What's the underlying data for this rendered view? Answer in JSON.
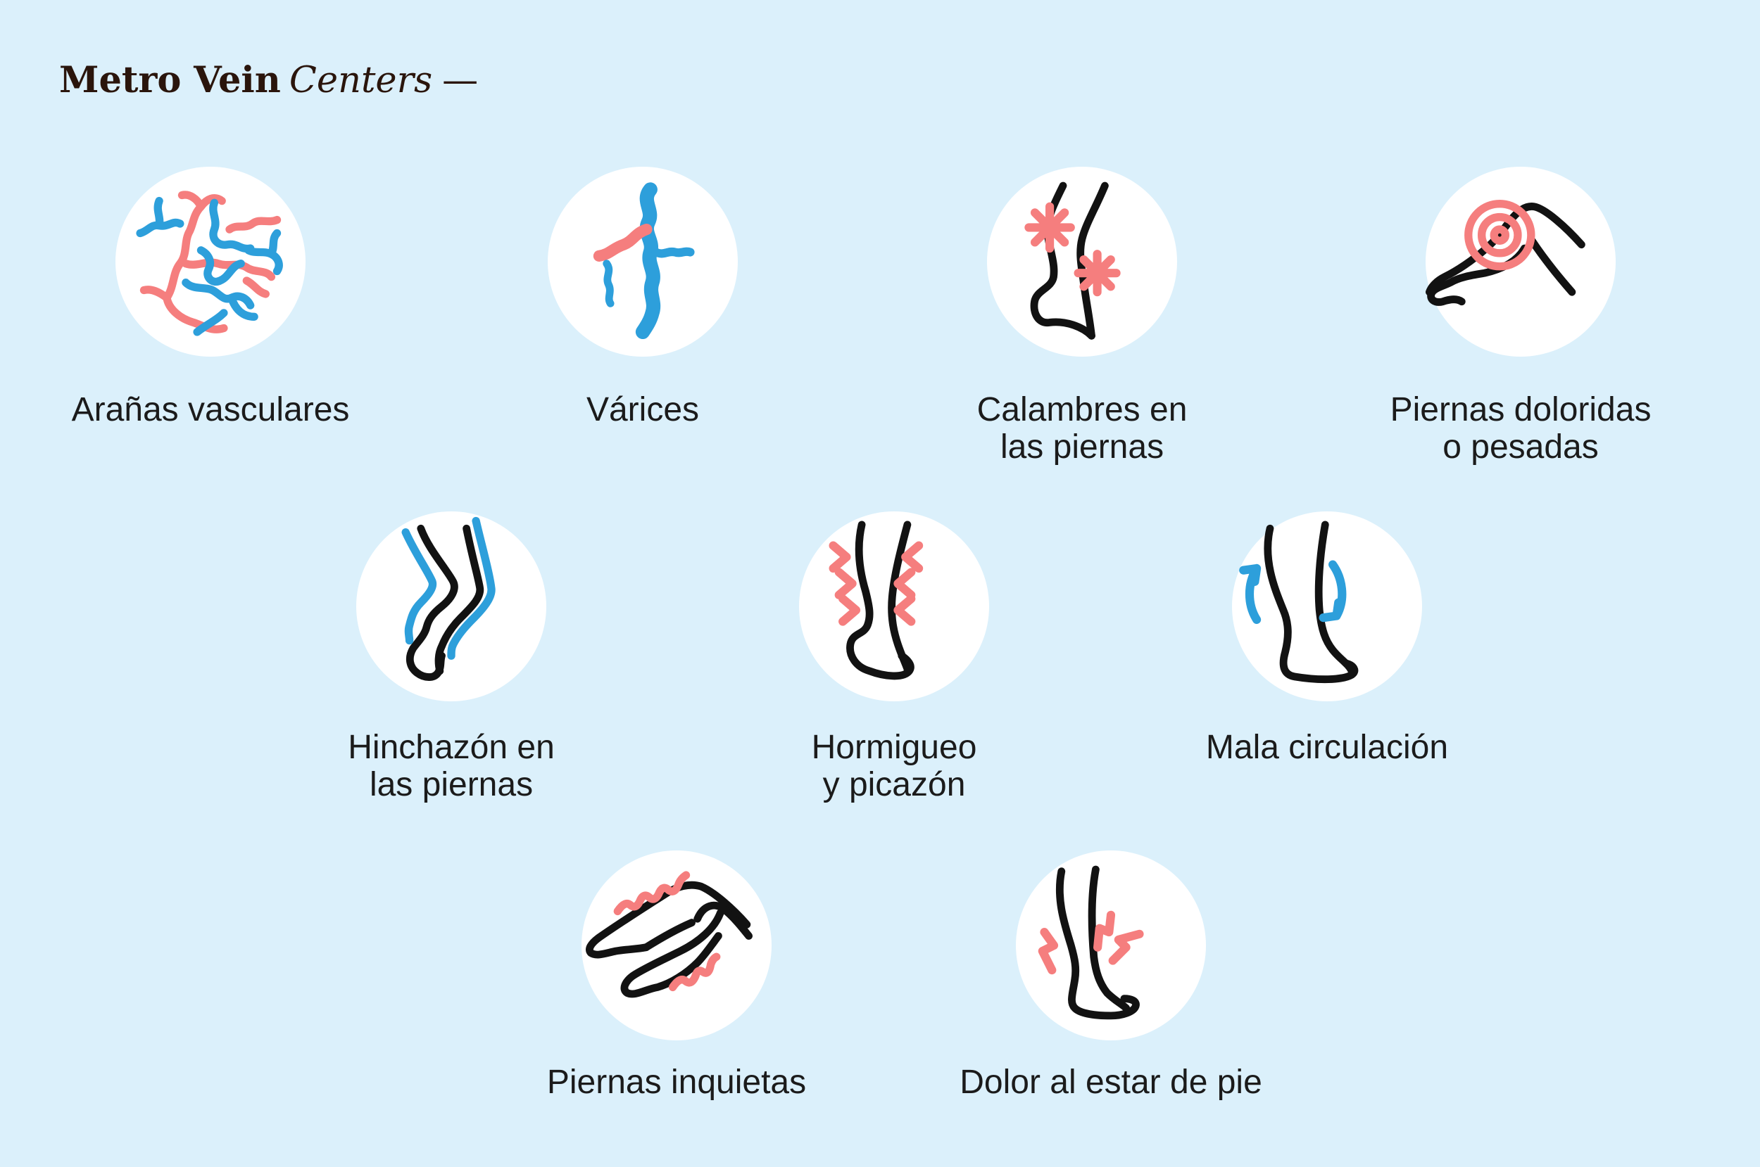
{
  "page": {
    "background_color": "#DBF0FB"
  },
  "logo": {
    "brand_bold": "Metro Vein",
    "brand_italic": "Centers",
    "dash": "—"
  },
  "palette": {
    "background": "#DBF0FB",
    "circle_fill": "#FFFFFF",
    "line_black": "#121212",
    "coral": "#F57E7E",
    "blue": "#2D9FDB",
    "logo_color": "#2A150C",
    "label_color": "#1B1B1B"
  },
  "items": [
    {
      "name": "spider-veins",
      "icon": "spider-veins-icon",
      "label": "Arañas vasculares"
    },
    {
      "name": "varicose-veins",
      "icon": "varicose-vein-icon",
      "label": "Várices"
    },
    {
      "name": "leg-cramps",
      "icon": "leg-cramps-icon",
      "label": "Calambres en\nlas piernas"
    },
    {
      "name": "sore-heavy-legs",
      "icon": "sore-heavy-legs-icon",
      "label": "Piernas doloridas\no pesadas"
    },
    {
      "name": "leg-swelling",
      "icon": "leg-swelling-icon",
      "label": "Hinchazón en\nlas piernas"
    },
    {
      "name": "tingling-itching",
      "icon": "tingling-itching-icon",
      "label": "Hormigueo\ny picazón"
    },
    {
      "name": "poor-circulation",
      "icon": "poor-circulation-icon",
      "label": "Mala circulación"
    },
    {
      "name": "restless-legs",
      "icon": "restless-legs-icon",
      "label": "Piernas inquietas"
    },
    {
      "name": "standing-pain",
      "icon": "standing-pain-icon",
      "label": "Dolor al estar de pie"
    }
  ]
}
